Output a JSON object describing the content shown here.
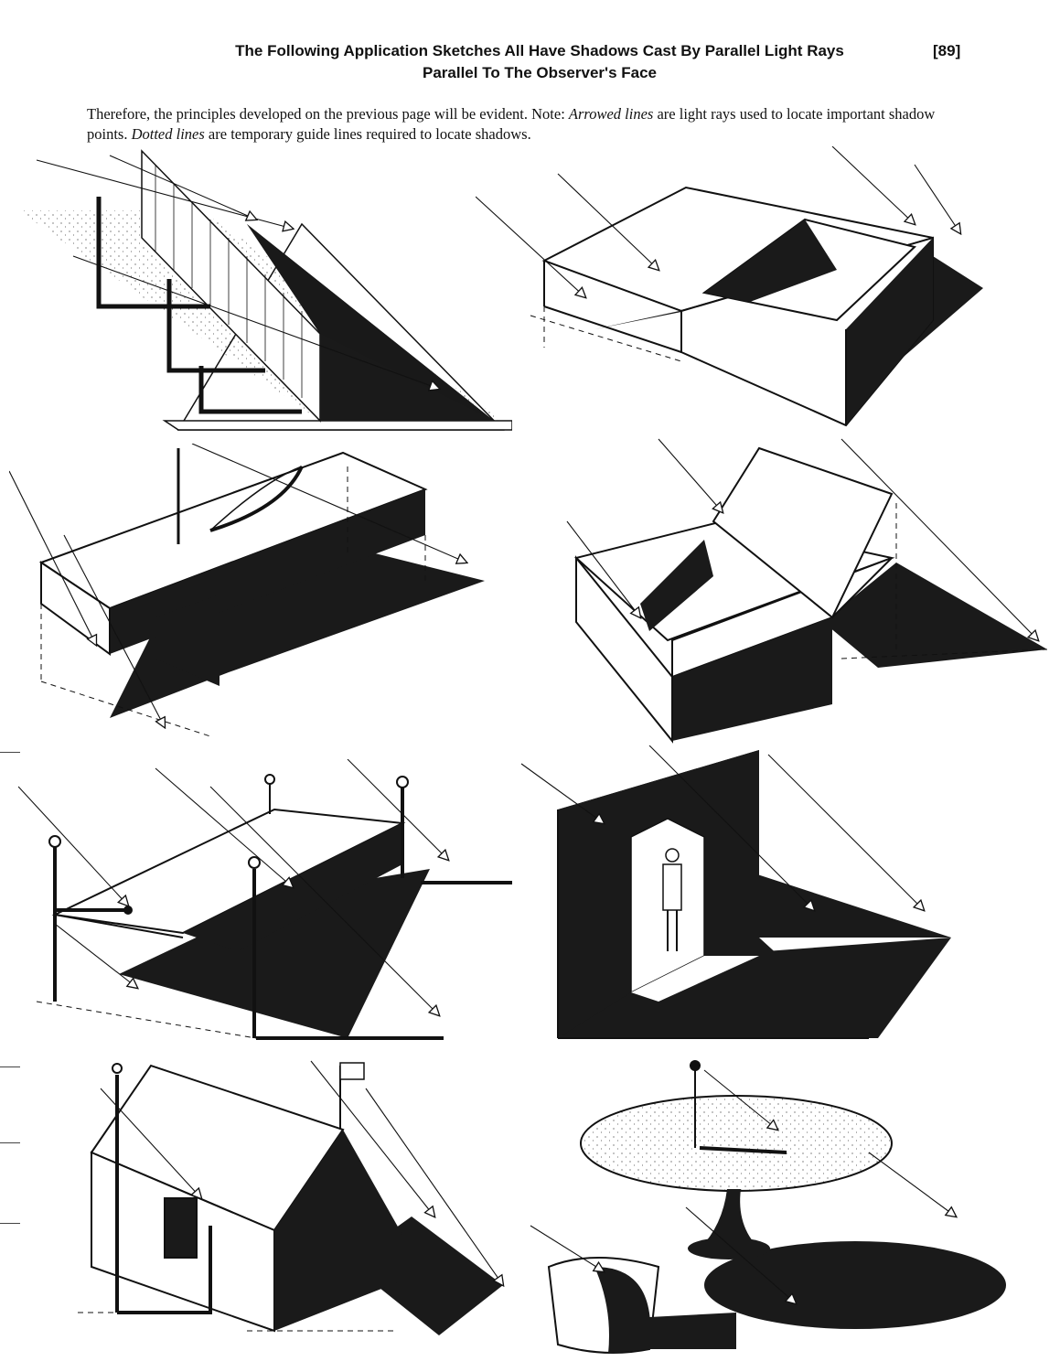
{
  "header": {
    "title_line1": "The Following Application Sketches All Have Shadows Cast By Parallel Light Rays",
    "title_line2": "Parallel To The Observer's Face",
    "page_number": "[89]"
  },
  "intro": {
    "part1": "Therefore, the principles developed on the previous page will be evident. Note: ",
    "em1": "Arrowed lines",
    "part2": " are light rays used to locate important shadow points. ",
    "em2": "Dotted lines",
    "part3": " are temporary guide lines required to locate shadows."
  },
  "colors": {
    "ink": "#111111",
    "shadow": "#1a1a1a",
    "paper": "#ffffff"
  },
  "sketches": [
    "wall-posts-sketch-icon",
    "open-box-sketch-icon",
    "bench-bow-arrow-sketch-icon",
    "hinged-box-sketch-icon",
    "slab-poles-sketch-icon",
    "doorway-figure-sketch-icon",
    "house-flag-sketch-icon",
    "table-vase-sketch-icon"
  ]
}
